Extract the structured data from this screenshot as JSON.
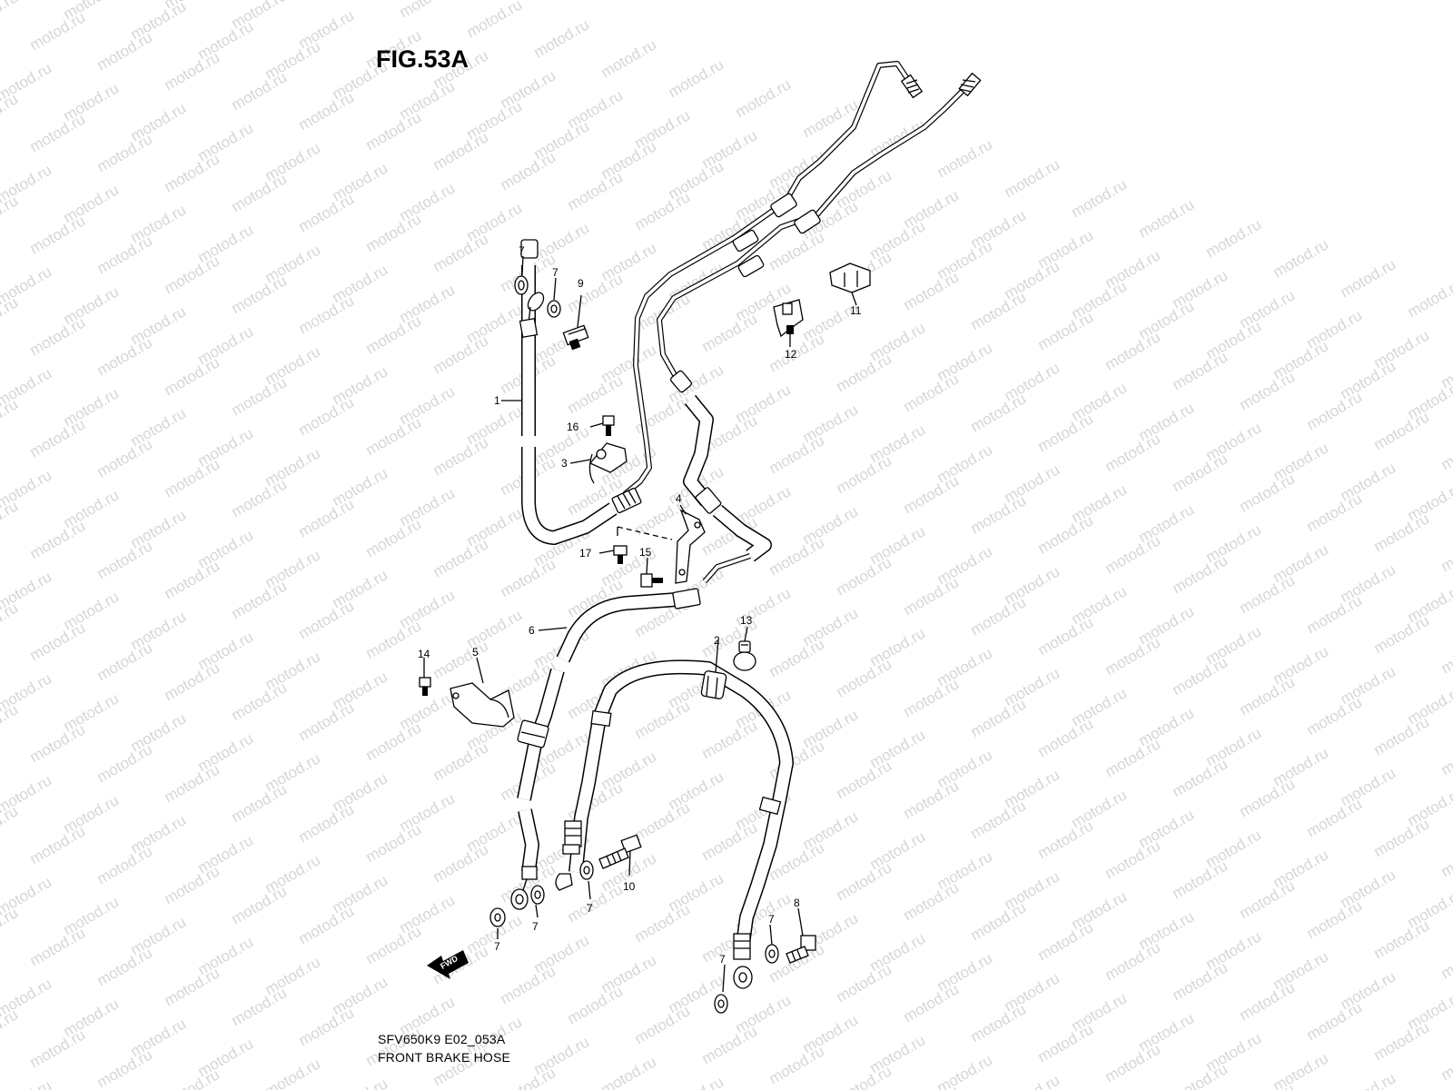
{
  "figure": {
    "title": "FIG.53A",
    "code": "SFV650K9 E02_053A",
    "name": "FRONT BRAKE HOSE"
  },
  "watermark": {
    "text": "motod.ru"
  },
  "direction_marker": {
    "text": "FWD"
  },
  "callouts": [
    {
      "id": "c1",
      "label": "1"
    },
    {
      "id": "c2",
      "label": "2"
    },
    {
      "id": "c3",
      "label": "3"
    },
    {
      "id": "c4",
      "label": "4"
    },
    {
      "id": "c5",
      "label": "5"
    },
    {
      "id": "c6",
      "label": "6"
    },
    {
      "id": "c7a",
      "label": "7"
    },
    {
      "id": "c7b",
      "label": "7"
    },
    {
      "id": "c7c",
      "label": "7"
    },
    {
      "id": "c7d",
      "label": "7"
    },
    {
      "id": "c7e",
      "label": "7"
    },
    {
      "id": "c7f",
      "label": "7"
    },
    {
      "id": "c7g",
      "label": "7"
    },
    {
      "id": "c8",
      "label": "8"
    },
    {
      "id": "c9",
      "label": "9"
    },
    {
      "id": "c10",
      "label": "10"
    },
    {
      "id": "c11",
      "label": "11"
    },
    {
      "id": "c12",
      "label": "12"
    },
    {
      "id": "c13",
      "label": "13"
    },
    {
      "id": "c14",
      "label": "14"
    },
    {
      "id": "c15",
      "label": "15"
    },
    {
      "id": "c16",
      "label": "16"
    },
    {
      "id": "c17",
      "label": "17"
    }
  ]
}
